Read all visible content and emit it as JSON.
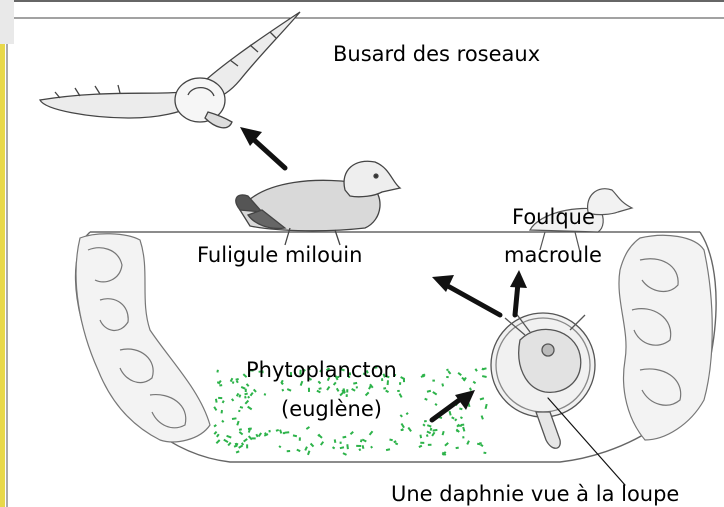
{
  "labels": {
    "busard": "Busard des roseaux",
    "fuligule": "Fuligule milouin",
    "foulque_line1": "Foulque",
    "foulque_line2": "macroule",
    "phyto_line1": "Phytoplancton",
    "phyto_line2": "(euglène)",
    "daphnie": "Une daphnie vue à la loupe"
  },
  "colors": {
    "background": "#ffffff",
    "pencil": "#555555",
    "arrow": "#111111",
    "plankton": "#2db34a",
    "border_left": "#e8d84a"
  }
}
